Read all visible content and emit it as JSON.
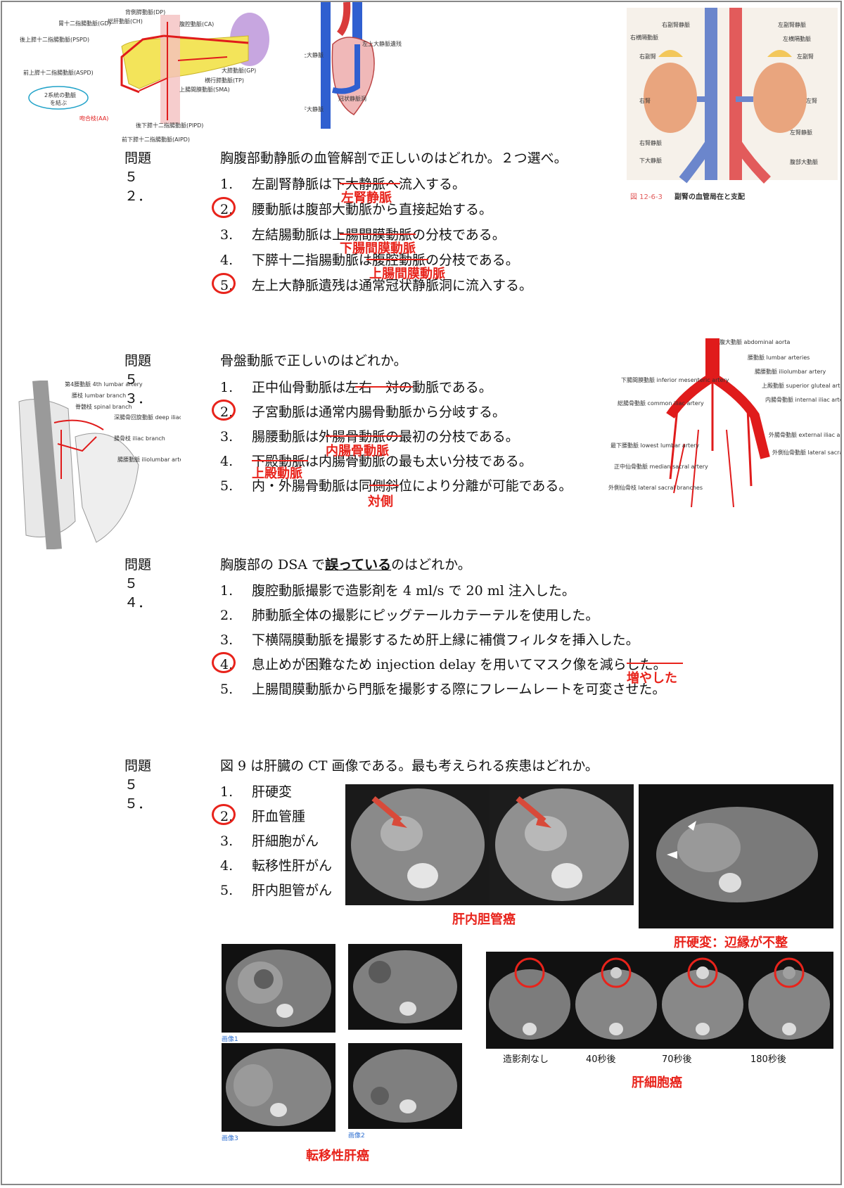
{
  "q52": {
    "num": "問題５２．",
    "text": "胸腹部動静脈の血管解剖で正しいのはどれか。２つ選べ。",
    "options": [
      {
        "n": "1.",
        "text": "左副腎静脈は下大静脈へ流入する。"
      },
      {
        "n": "2.",
        "text": "腰動脈は腹部大動脈から直接起始する。"
      },
      {
        "n": "3.",
        "text": "左結腸動脈は上腸間膜動脈の分枝である。"
      },
      {
        "n": "4.",
        "text": "下膵十二指腸動脈は腹腔動脈の分枝である。"
      },
      {
        "n": "5.",
        "text": "左上大静脈遺残は通常冠状静脈洞に流入する。"
      }
    ],
    "corrections": [
      "左腎静脈",
      "下腸間膜動脈",
      "上腸間膜動脈"
    ]
  },
  "q53": {
    "num": "問題５３．",
    "text": "骨盤動脈で正しいのはどれか。",
    "options": [
      {
        "n": "1.",
        "text": "正中仙骨動脈は左右一対の動脈である。"
      },
      {
        "n": "2.",
        "text": "子宮動脈は通常内腸骨動脈から分岐する。"
      },
      {
        "n": "3.",
        "text": "腸腰動脈は外腸骨動脈の最初の分枝である。"
      },
      {
        "n": "4.",
        "text": "下殿動脈は内腸骨動脈の最も太い分枝である。"
      },
      {
        "n": "5.",
        "text": "内・外腸骨動脈は同側斜位により分離が可能である。"
      }
    ],
    "corrections": [
      "内腸骨動脈",
      "上殿動脈",
      "対側"
    ]
  },
  "q54": {
    "num": "問題５４．",
    "text_pre": "胸腹部の DSA で",
    "text_emph": "誤っている",
    "text_post": "のはどれか。",
    "options": [
      {
        "n": "1.",
        "text": "腹腔動脈撮影で造影剤を 4 ml/s で 20 ml 注入した。"
      },
      {
        "n": "2.",
        "text": "肺動脈全体の撮影にピッグテールカテーテルを使用した。"
      },
      {
        "n": "3.",
        "text": "下横隔膜動脈を撮影するため肝上縁に補償フィルタを挿入した。"
      },
      {
        "n": "4.",
        "text": "息止めが困難なため injection delay を用いてマスク像を減らした。"
      },
      {
        "n": "5.",
        "text": "上腸間膜動脈から門脈を撮影する際にフレームレートを可変させた。"
      }
    ],
    "corrections": [
      "増やした"
    ]
  },
  "q55": {
    "num": "問題５５．",
    "text": "図 9 は肝臓の CT 画像である。最も考えられる疾患はどれか。",
    "options": [
      {
        "n": "1.",
        "text": "肝硬変"
      },
      {
        "n": "2.",
        "text": "肝血管腫"
      },
      {
        "n": "3.",
        "text": "肝細胞がん"
      },
      {
        "n": "4.",
        "text": "転移性肝がん"
      },
      {
        "n": "5.",
        "text": "肝内胆管がん"
      }
    ],
    "captions": {
      "cholangio": "肝内胆管癌",
      "cirrhosis": "肝硬変：辺縁が不整",
      "hcc": "肝細胞癌",
      "metastasis": "転移性肝癌"
    },
    "hcc_phases": [
      "造影剤なし",
      "40秒後",
      "70秒後",
      "180秒後"
    ],
    "metastasis_labels": [
      "画像1",
      "画像2",
      "画像3"
    ]
  },
  "fig_pancreas": {
    "labels": [
      "胃十二指腸動脈(GD)",
      "総肝動脈(CH)",
      "背側膵動脈(DP)",
      "腹腔動脈(CA)",
      "後上膵十二指腸動脈(PSPD)",
      "前上膵十二指腸動脈(ASPD)",
      "大膵動脈(GP)",
      "横行膵動脈(TP)",
      "上腸間膜動脈(SMA)",
      "後下膵十二指腸動脈(PIPD)",
      "前下膵十二指腸動脈(AIPD)",
      "吻合枝(AA)"
    ],
    "bubble": [
      "2系統の動脈",
      "を結ぶ"
    ]
  },
  "fig_heart": {
    "labels": [
      "左上大静脈遺残",
      "上大静脈",
      "下大静脈",
      "冠状静脈洞"
    ]
  },
  "fig_adrenal": {
    "labels": [
      "右副腎静脈",
      "右横隔動脈",
      "右副腎",
      "右腎",
      "右腎静脈",
      "下大静脈",
      "左副腎静脈",
      "左横隔動脈",
      "左副腎",
      "左腎",
      "左腎静脈",
      "腹部大動脈"
    ],
    "caption_num": "図 12-6-3",
    "caption_text": "副腎の血管局在と支配"
  },
  "fig_pelvis_left": {
    "labels": [
      "第4腰動脈 4th lumbar artery",
      "腰枝 lumbar branch",
      "脊髄枝 spinal branch",
      "深腸骨回旋動脈 deep iliac circumflex artery",
      "腸骨枝 iliac branch",
      "腸腰動脈 iliolumbar artery"
    ]
  },
  "fig_pelvis_right": {
    "labels": [
      "腹大動脈 abdominal aorta",
      "腰動脈 lumbar arteries",
      "腸腰動脈 iliolumbar artery",
      "下腸間膜動脈 inferior mesenteric artery",
      "上殿動脈 superior gluteal artery",
      "総腸骨動脈 common iliac artery",
      "内腸骨動脈 internal iliac artery",
      "外腸骨動脈 external iliac artery",
      "最下腰動脈 lowest lumbar artery",
      "外側仙骨動脈 lateral sacral artery",
      "正中仙骨動脈 median sacral artery",
      "外側仙骨枝 lateral sacral branches"
    ]
  },
  "colors": {
    "annotation": "#e8231b",
    "vein": "#2f5fd0",
    "artery": "#e23b2e"
  }
}
